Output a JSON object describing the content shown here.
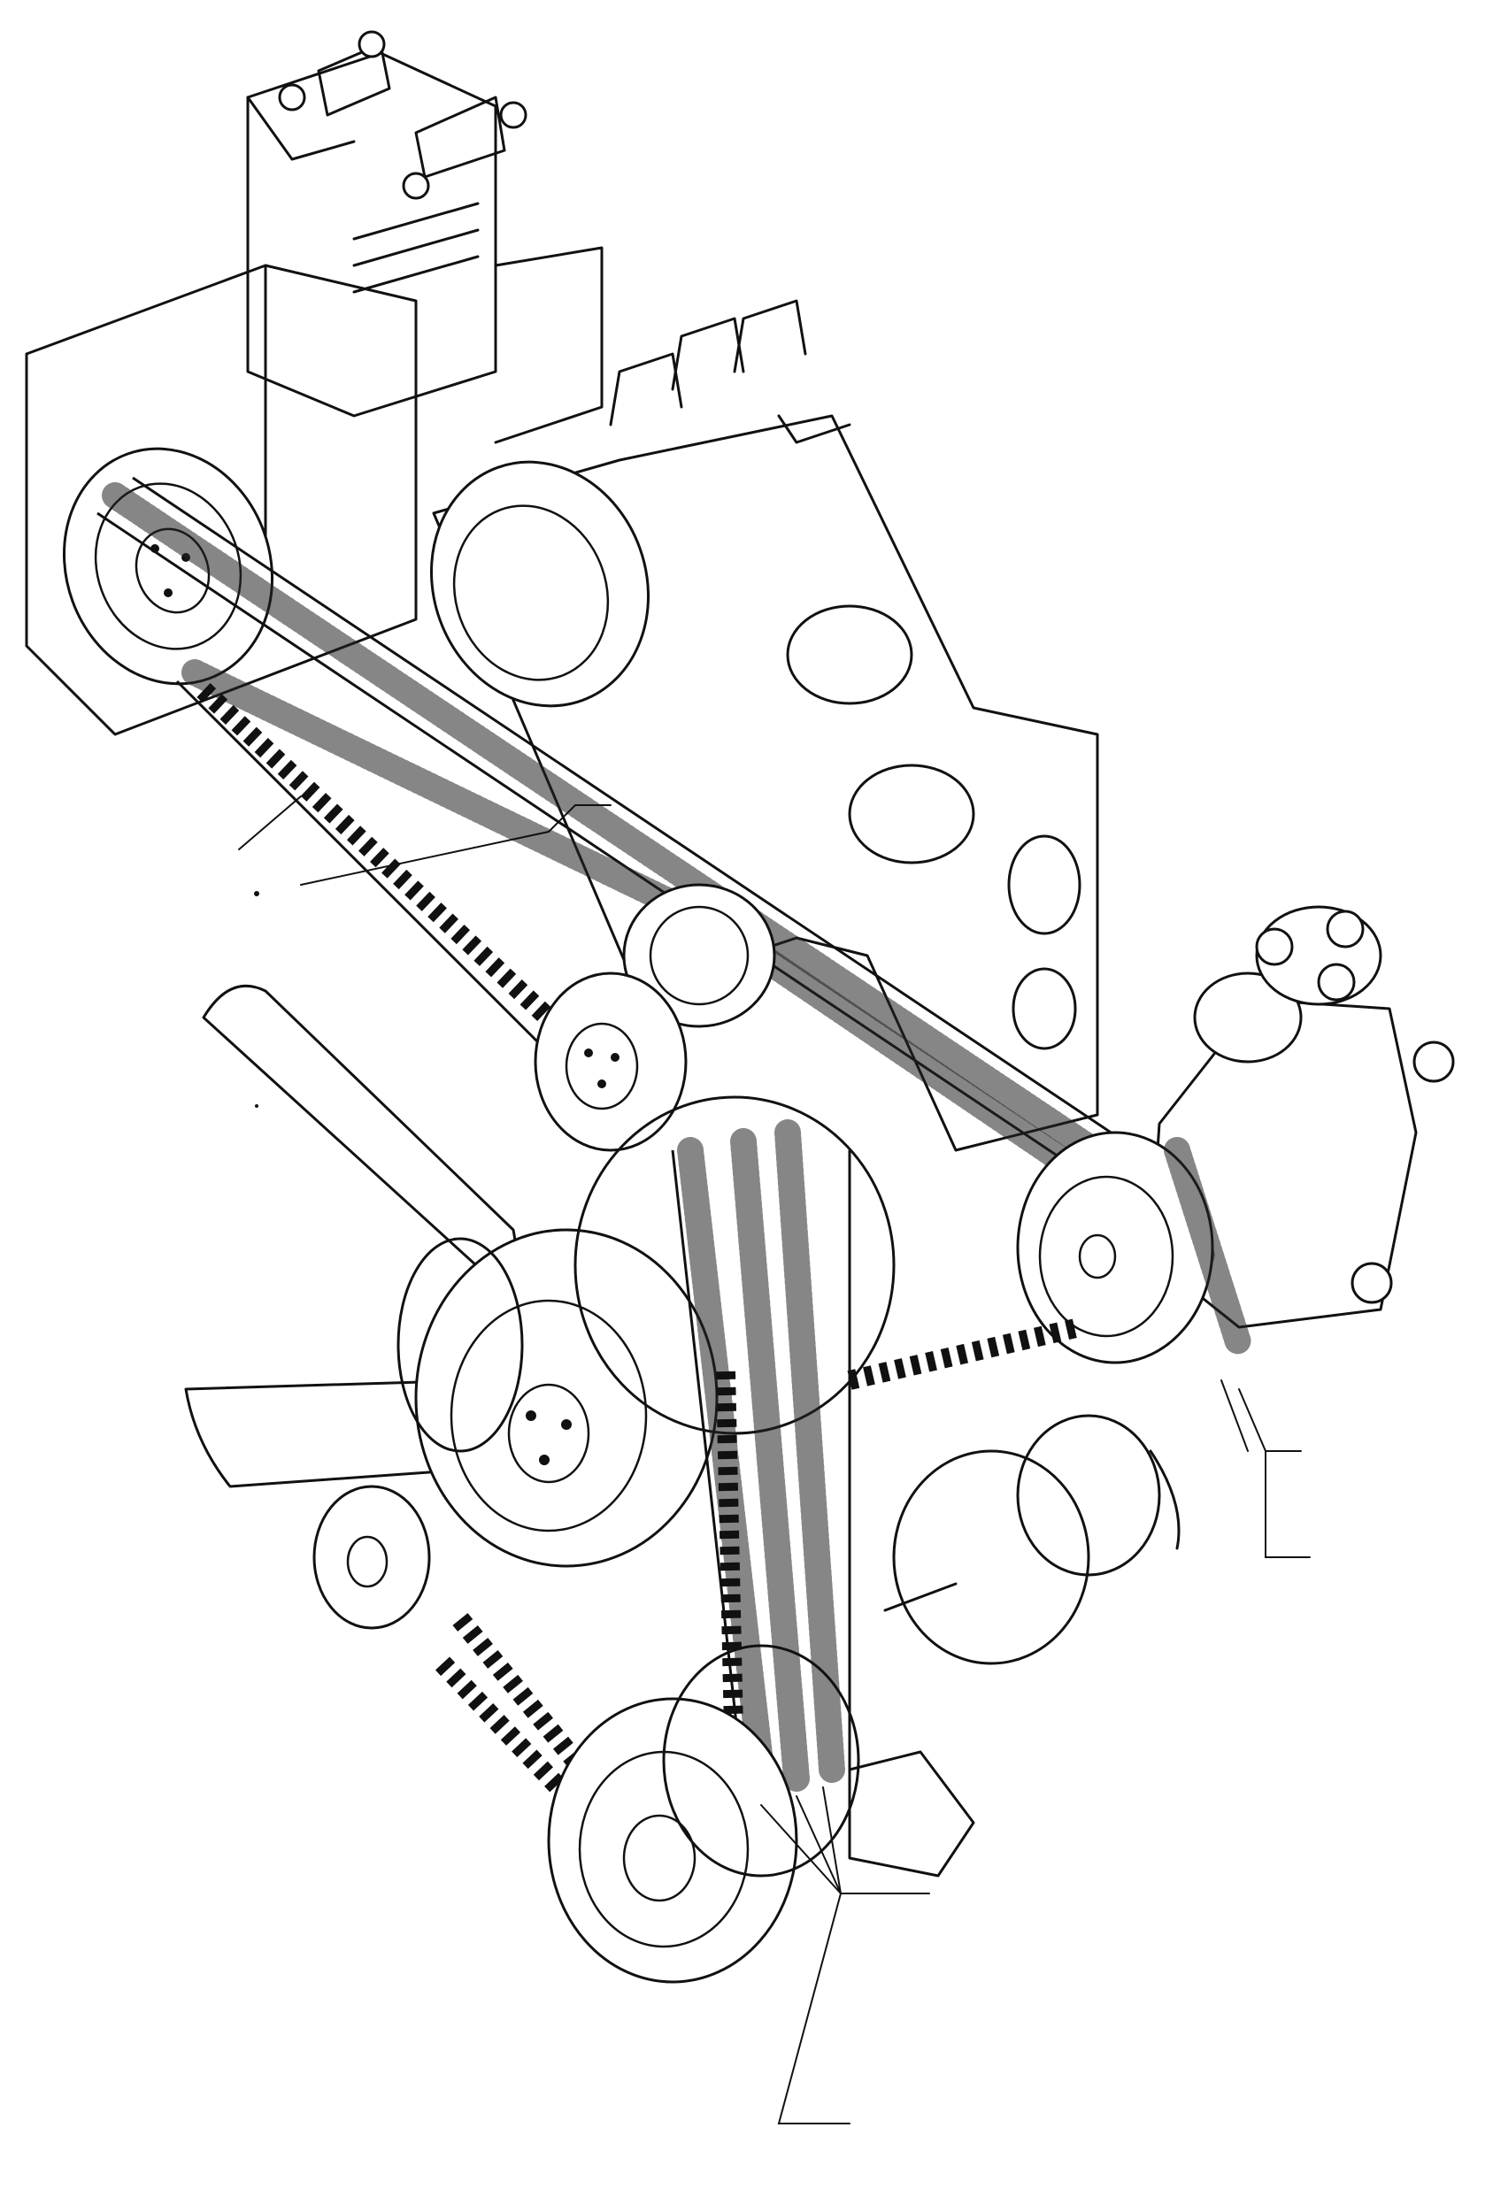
{
  "figure": {
    "labels": []
  },
  "parts": {
    "compressor_top": "air-compressor-upper",
    "alternator_left": "alternator-pulley",
    "fan": "fan-blade",
    "water_pump": "water-pump-pulley",
    "crank": "crankshaft-pulley",
    "air_compressor_right": "air-compressor-right",
    "crankshaft": "crankshaft"
  }
}
